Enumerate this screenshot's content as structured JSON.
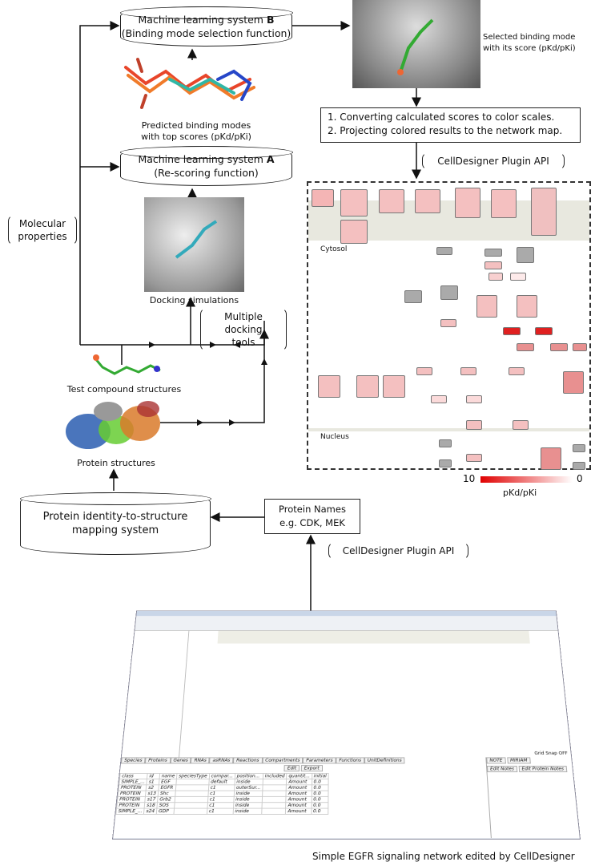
{
  "ml_b": {
    "line1": "Machine learning system ",
    "bold": "B",
    "line2": "(Binding mode selection function)"
  },
  "ml_a": {
    "line1": "Machine learning system ",
    "bold": "A",
    "line2": "(Re-scoring function)"
  },
  "predicted": {
    "line1": "Predicted binding modes",
    "line2": "with top scores (pKd/pKi)"
  },
  "docking": "Docking simulations",
  "multiple_docking": {
    "line1": "Multiple docking",
    "line2": "tools"
  },
  "molecular": {
    "line1": "Molecular",
    "line2": "properties"
  },
  "test_compound": "Test compound structures",
  "protein_structures": "Protein structures",
  "protein_mapping": {
    "line1": "Protein identity-to-structure",
    "line2": "mapping system"
  },
  "protein_names": {
    "line1": "Protein Names",
    "line2": "e.g. CDK, MEK"
  },
  "plugin_api": "CellDesigner Plugin API",
  "selected": {
    "line1": "Selected binding mode",
    "line2": "with its score (pKd/pKi)"
  },
  "steps": [
    "1. Converting calculated scores to color scales.",
    "2. Projecting colored results to the network map."
  ],
  "network": {
    "cytosol": "Cytosol",
    "nucleus": "Nucleus"
  },
  "scale": {
    "max": "10",
    "min": "0",
    "label": "pKd/pKi",
    "high_color": "#e00000",
    "low_color": "#ffffff"
  },
  "caption": "Simple EGFR signaling network edited by CellDesigner",
  "window": {
    "tabs": [
      "Species",
      "Proteins",
      "Genes",
      "RNAs",
      "asRNAs",
      "Reactions",
      "Compartments",
      "Parameters",
      "Functions",
      "UnitDefinitions"
    ],
    "buttons": {
      "edit": "Edit",
      "export": "Export",
      "edit_notes": "Edit Notes",
      "edit_protein_notes": "Edit Protein Notes"
    },
    "side_tabs": [
      "NOTE",
      "MIRIAM"
    ],
    "status": "Grid Snap OFF",
    "columns": [
      "class",
      "id",
      "name",
      "speciesType",
      "compar...",
      "position...",
      "included",
      "quantit...",
      "initial"
    ],
    "rows": [
      [
        "SIMPLE_...",
        "s1",
        "EGF",
        "",
        "default",
        "inside",
        "",
        "Amount",
        "0.0"
      ],
      [
        "PROTEIN",
        "s2",
        "EGFR",
        "",
        "c1",
        "outerSur...",
        "",
        "Amount",
        "0.0"
      ],
      [
        "PROTEIN",
        "s13",
        "Shc",
        "",
        "c1",
        "inside",
        "",
        "Amount",
        "0.0"
      ],
      [
        "PROTEIN",
        "s17",
        "Grb2",
        "",
        "c1",
        "inside",
        "",
        "Amount",
        "0.0"
      ],
      [
        "PROTEIN",
        "s18",
        "SOS",
        "",
        "c1",
        "inside",
        "",
        "Amount",
        "0.0"
      ],
      [
        "SIMPLE_...",
        "s24",
        "GDP",
        "",
        "c1",
        "inside",
        "",
        "Amount",
        "0.0"
      ]
    ]
  }
}
